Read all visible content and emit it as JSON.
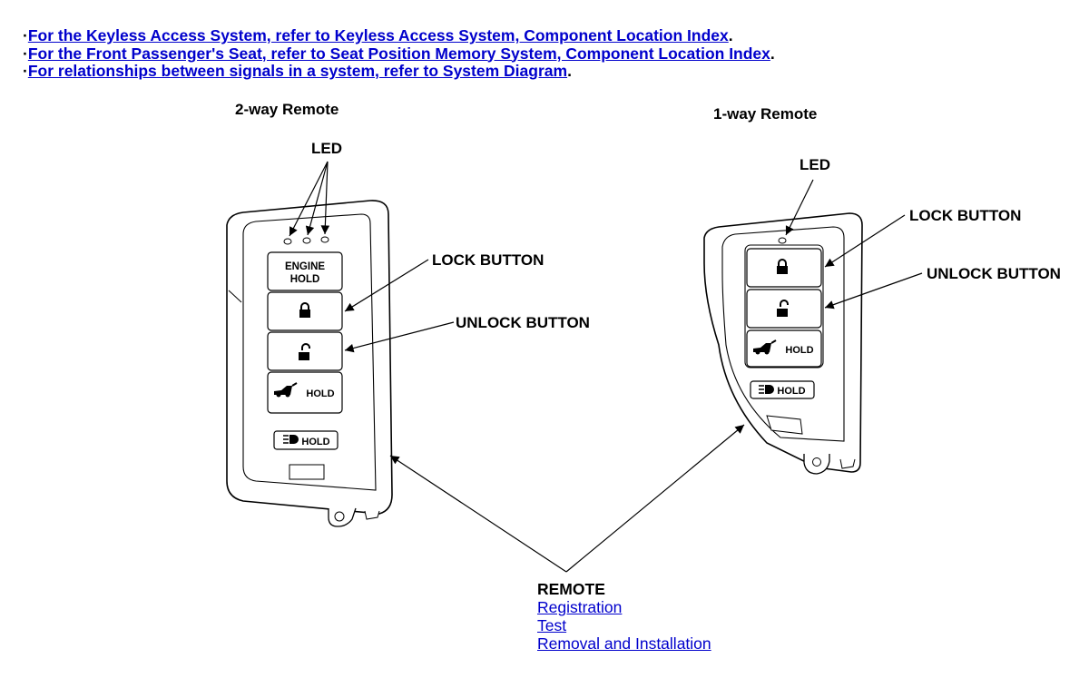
{
  "references": [
    {
      "bullet": "·",
      "link_text": "For the Keyless Access System, refer to Keyless Access System, Component Location Index",
      "suffix": "."
    },
    {
      "bullet": "·",
      "link_text": "For the Front Passenger's Seat, refer to Seat Position Memory System, Component Location Index",
      "suffix": "."
    },
    {
      "bullet": "·",
      "link_text": "For relationships between signals in a system, refer to System Diagram",
      "suffix": "."
    }
  ],
  "remote_2way": {
    "title": "2-way Remote",
    "led_label": "LED",
    "lock_label": "LOCK BUTTON",
    "unlock_label": "UNLOCK BUTTON",
    "engine_text_1": "ENGINE",
    "engine_text_2": "HOLD",
    "hatch_hold": "HOLD",
    "panic_hold": "HOLD"
  },
  "remote_1way": {
    "title": "1-way Remote",
    "led_label": "LED",
    "lock_label": "LOCK BUTTON",
    "unlock_label": "UNLOCK BUTTON",
    "hatch_hold": "HOLD",
    "panic_hold": "HOLD"
  },
  "remote_block": {
    "title": "REMOTE",
    "links": [
      "Registration",
      "Test",
      "Removal and Installation"
    ]
  },
  "colors": {
    "link": "#0000cc",
    "line": "#000000"
  },
  "icons": [
    "lock-closed-icon",
    "lock-open-icon",
    "car-hatch-icon",
    "panic-light-icon"
  ]
}
